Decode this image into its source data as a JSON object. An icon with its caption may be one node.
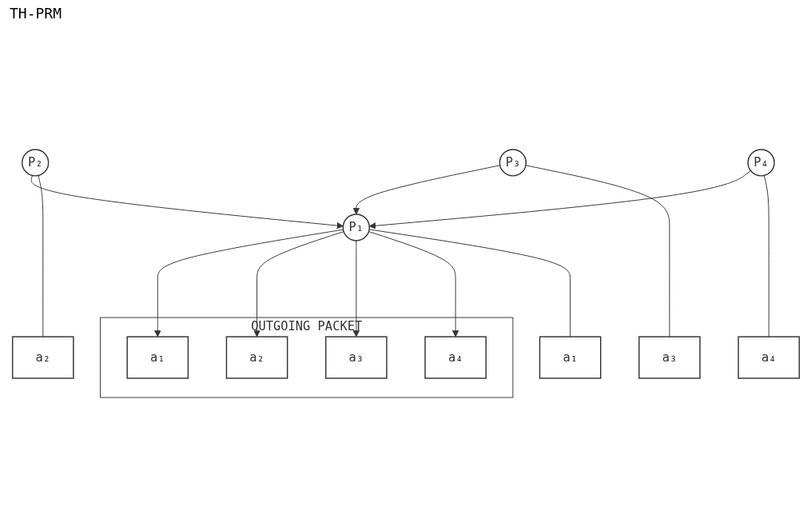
{
  "diagram": {
    "nodes": [
      {
        "text": [
          "P₁"
        ]
      },
      {
        "text": [
          "P₂"
        ]
      },
      {
        "text": [
          "P₃"
        ]
      },
      {
        "text": [
          "P₄"
        ]
      },
      {
        "text": [
          "OUTGOING PACKET"
        ]
      },
      {
        "text": [
          "a₁"
        ],
        "in": 4
      },
      {
        "text": [
          "a₂"
        ],
        "in": 4
      },
      {
        "text": [
          "a₃"
        ],
        "in": 4
      },
      {
        "text": [
          "a₄"
        ],
        "in": 4
      },
      {
        "text": [
          "a₁"
        ]
      },
      {
        "text": [
          "a₂"
        ]
      },
      {
        "text": [
          "a₃"
        ]
      },
      {
        "text": [
          "a₄"
        ]
      }
    ],
    "edges": [
      {
        "from": 1,
        "to": 0,
        "arrow": "to"
      },
      {
        "from": 2,
        "to": 0,
        "arrow": "to"
      },
      {
        "from": 3,
        "to": 0,
        "arrow": "to"
      },
      {
        "from": 0,
        "to": 5,
        "arrow": "to"
      },
      {
        "from": 0,
        "to": 6,
        "arrow": "to"
      },
      {
        "from": 0,
        "to": 7,
        "arrow": "to"
      },
      {
        "from": 0,
        "to": 8,
        "arrow": "to"
      },
      {
        "from": 0,
        "to": 9,
        "arrow": "none"
      },
      {
        "from": 1,
        "to": 10,
        "arrow": "none"
      },
      {
        "from": 2,
        "to": 11,
        "arrow": "none"
      },
      {
        "from": 3,
        "to": 12,
        "arrow": "none"
      }
    ],
    "labels": [
      "TH-PRM"
    ]
  }
}
